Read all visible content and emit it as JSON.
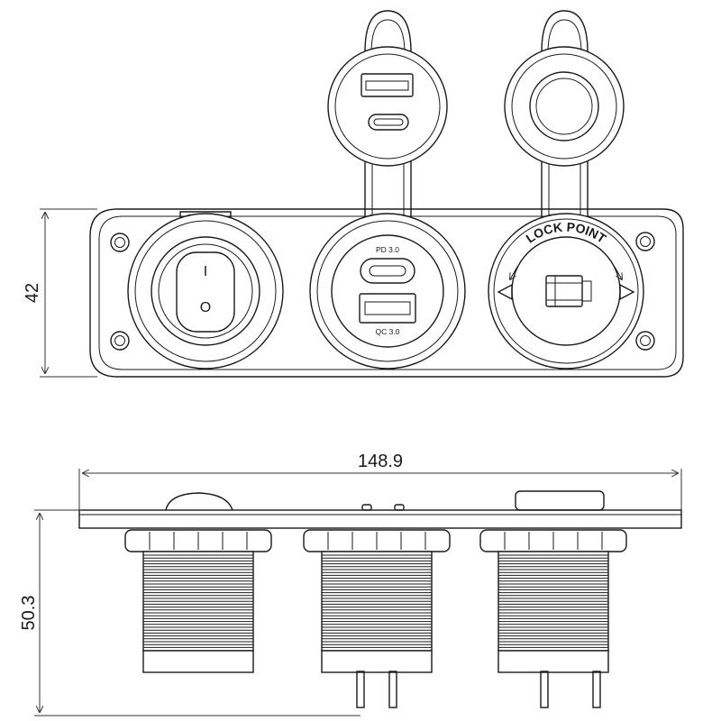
{
  "dimensions": {
    "height_front": "42",
    "width": "148.9",
    "height_side": "50.3"
  },
  "labels": {
    "switch_on": "I",
    "switch_off": "O",
    "pd": "PD 3.0",
    "qc": "QC 3.0",
    "lockpoint": "LOCK POINT"
  }
}
